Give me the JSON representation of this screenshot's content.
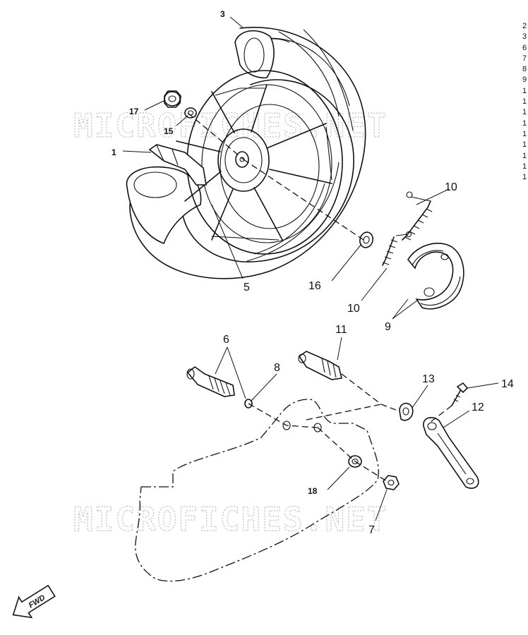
{
  "watermark": "MICROFICHES.NET",
  "fwd_label": "FWD",
  "callouts": {
    "p1": "1",
    "p3": "3",
    "p5": "5",
    "p6": "6",
    "p7": "7",
    "p8": "8",
    "p9": "9",
    "p10a": "10",
    "p10b": "10",
    "p11": "11",
    "p12": "12",
    "p13": "13",
    "p14": "14",
    "p15": "15",
    "p16": "16",
    "p17": "17",
    "p18": "18"
  },
  "side_list": [
    "2",
    "3",
    "6",
    "7",
    "8",
    "9",
    "1",
    "1",
    "1",
    "1",
    "1",
    "1",
    "1",
    "1",
    "1"
  ]
}
